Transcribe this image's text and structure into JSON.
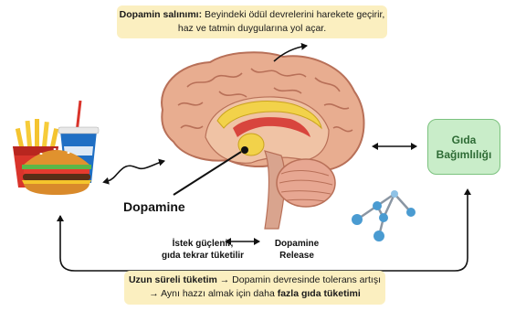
{
  "top_note": {
    "bold": "Dopamin salınımı:",
    "text": " Beyindeki ödül devrelerini harekete geçirir,",
    "line2": "haz ve tatmin duygularına yol açar."
  },
  "dopamine_label": "Dopamine",
  "craving": {
    "line1": "İstek güçlenir,",
    "line2": "gıda tekrar tüketilir"
  },
  "release": {
    "line1": "Dopamine",
    "line2": "Release"
  },
  "food_addiction": {
    "line1": "Gıda",
    "line2": "Bağımlılığı"
  },
  "bottom_note": {
    "bold1": "Uzun süreli tüketim",
    "arrow1": " → ",
    "text1": "Dopamin devresinde tolerans artışı",
    "arrow2": "→ ",
    "text2": "Aynı hazzı almak için daha ",
    "bold2": "fazla gıda tüketimi"
  },
  "colors": {
    "note_bg": "#fbefc0",
    "box_bg": "#c9edc9",
    "box_text": "#2e6b35",
    "brain": "#e3a68b",
    "molecule": "#4a9bd1"
  },
  "icons": [
    "fastfood-icon",
    "brain-icon",
    "molecule-icon"
  ]
}
